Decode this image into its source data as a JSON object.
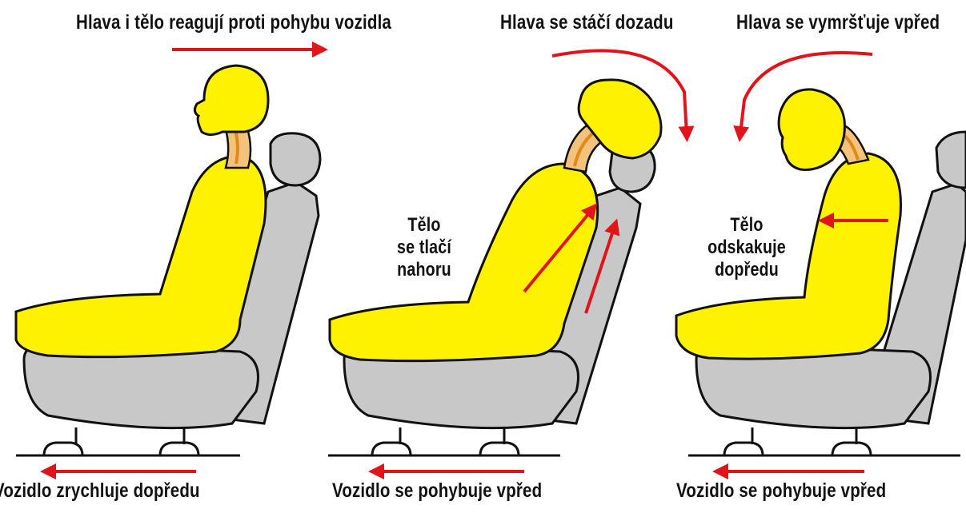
{
  "panels": [
    {
      "top_caption": "Hlava i tělo reagují proti pohybu vozidla",
      "body_caption": [],
      "bottom_caption": "Vozidlo zrychluje dopředu"
    },
    {
      "top_caption": "Hlava se stáčí dozadu",
      "body_caption": [
        "Tělo",
        "se tlačí",
        "nahoru"
      ],
      "bottom_caption": "Vozidlo se pohybuje vpřed"
    },
    {
      "top_caption": "Hlava se vymršťuje vpřed",
      "body_caption": [
        "Tělo",
        "odskakuje",
        "dopředu"
      ],
      "bottom_caption": "Vozidlo se pohybuje vpřed"
    }
  ],
  "colors": {
    "body": "#FFF200",
    "seat": "#C8C8C8",
    "outline": "#111111",
    "neck": "#F4C27A",
    "spine": "#E08A1E",
    "arrow": "#E2141B"
  }
}
